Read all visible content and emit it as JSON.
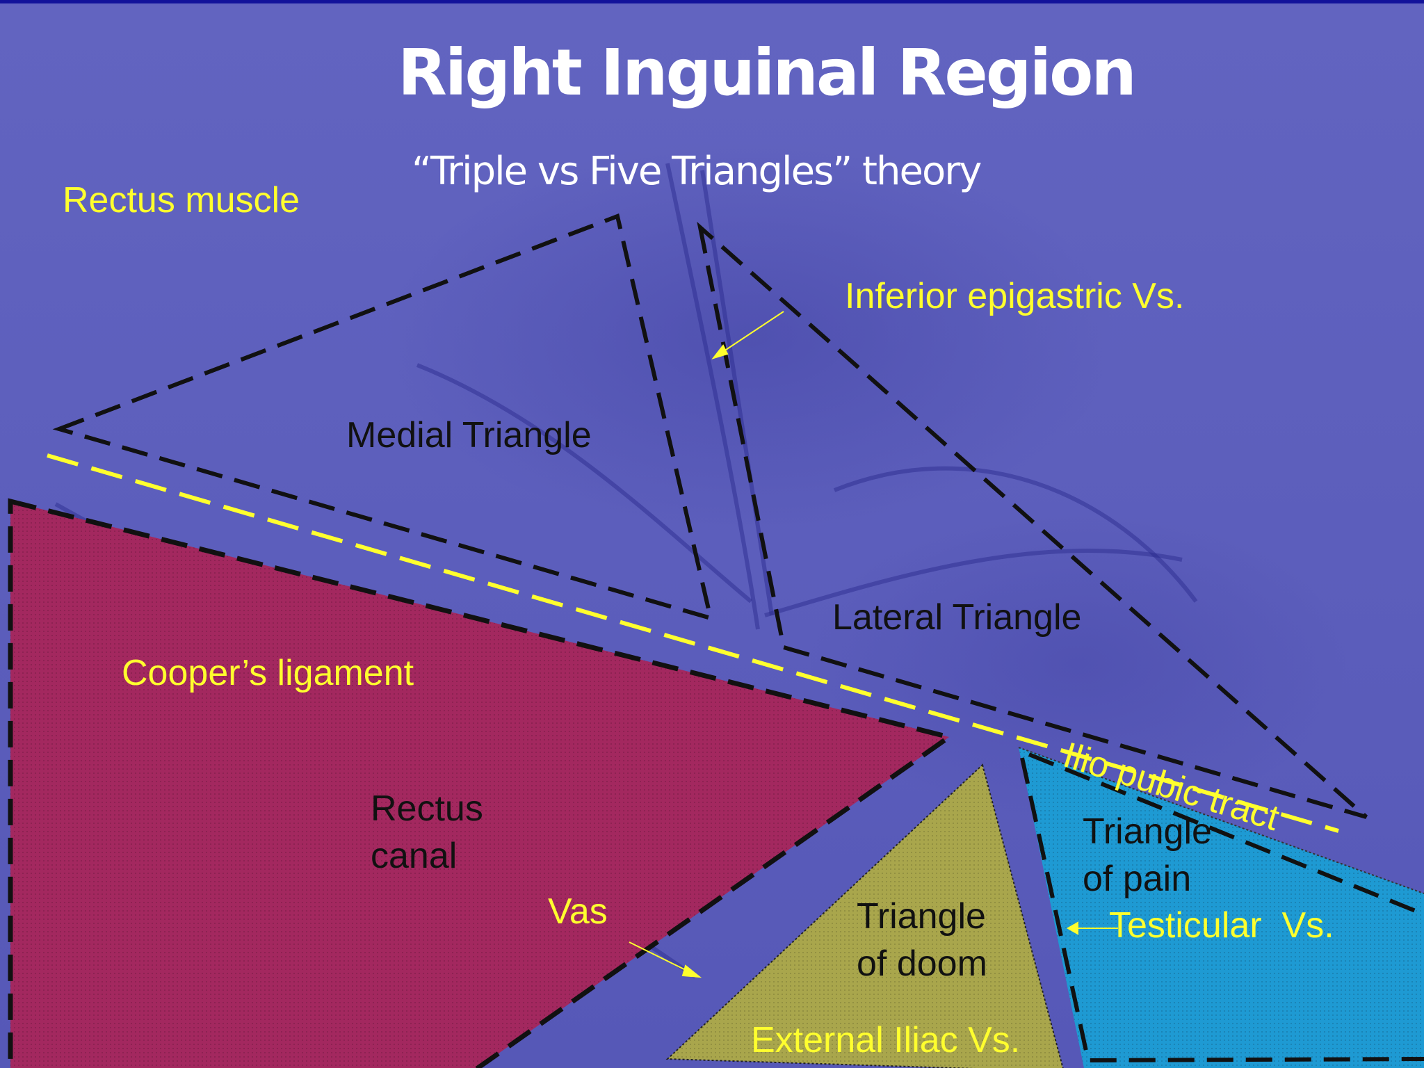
{
  "title": "Right Inguinal Region",
  "subtitle": "“Triple vs Five Triangles” theory",
  "labels": {
    "rectus_muscle": "Rectus muscle",
    "inferior_epigastric": "Inferior epigastric Vs.",
    "medial_triangle": "Medial Triangle",
    "lateral_triangle": "Lateral Triangle",
    "coopers_ligament": "Cooper’s ligament",
    "ilio_pubic_tract": "Ilio pubic tract",
    "rectus_canal_line1": "Rectus",
    "rectus_canal_line2": "canal",
    "triangle_of_pain_line1": "Triangle",
    "triangle_of_pain_line2": "of pain",
    "vas": "Vas",
    "triangle_of_doom_line1": "Triangle",
    "triangle_of_doom_line2": "of doom",
    "testicular_vessels": "Testicular  Vs.",
    "external_iliac": "External Iliac Vs."
  },
  "colors": {
    "background": "#5f62bd",
    "rectus_canal_fill": "#a3285f",
    "triangle_of_doom_fill": "#a9a64c",
    "triangle_of_pain_fill": "#1e9ad3",
    "yellow_text": "#ffff2e",
    "outline": "#111111"
  }
}
